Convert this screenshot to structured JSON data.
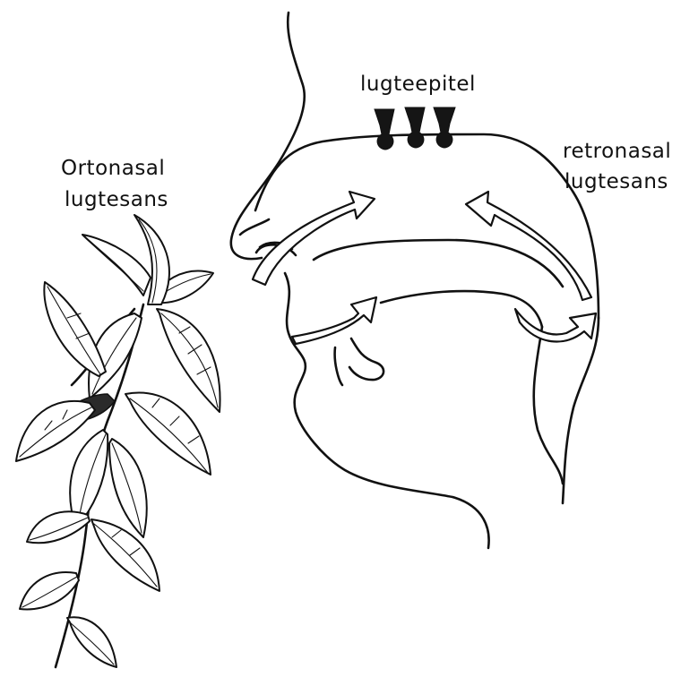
{
  "labels": {
    "olfactory_epithelium": "lugteepitel",
    "orthonasal_line1": "Ortonasal",
    "orthonasal_line2": "lugtesans",
    "retronasal_line1": "retronasal",
    "retronasal_line2": "lugtesans"
  },
  "colors": {
    "ink": "#111111",
    "background": "#ffffff"
  },
  "icons": {
    "plant": "basil-plant-illustration",
    "head": "head-profile-cross-section",
    "receptors": "olfactory-receptor-icon"
  }
}
